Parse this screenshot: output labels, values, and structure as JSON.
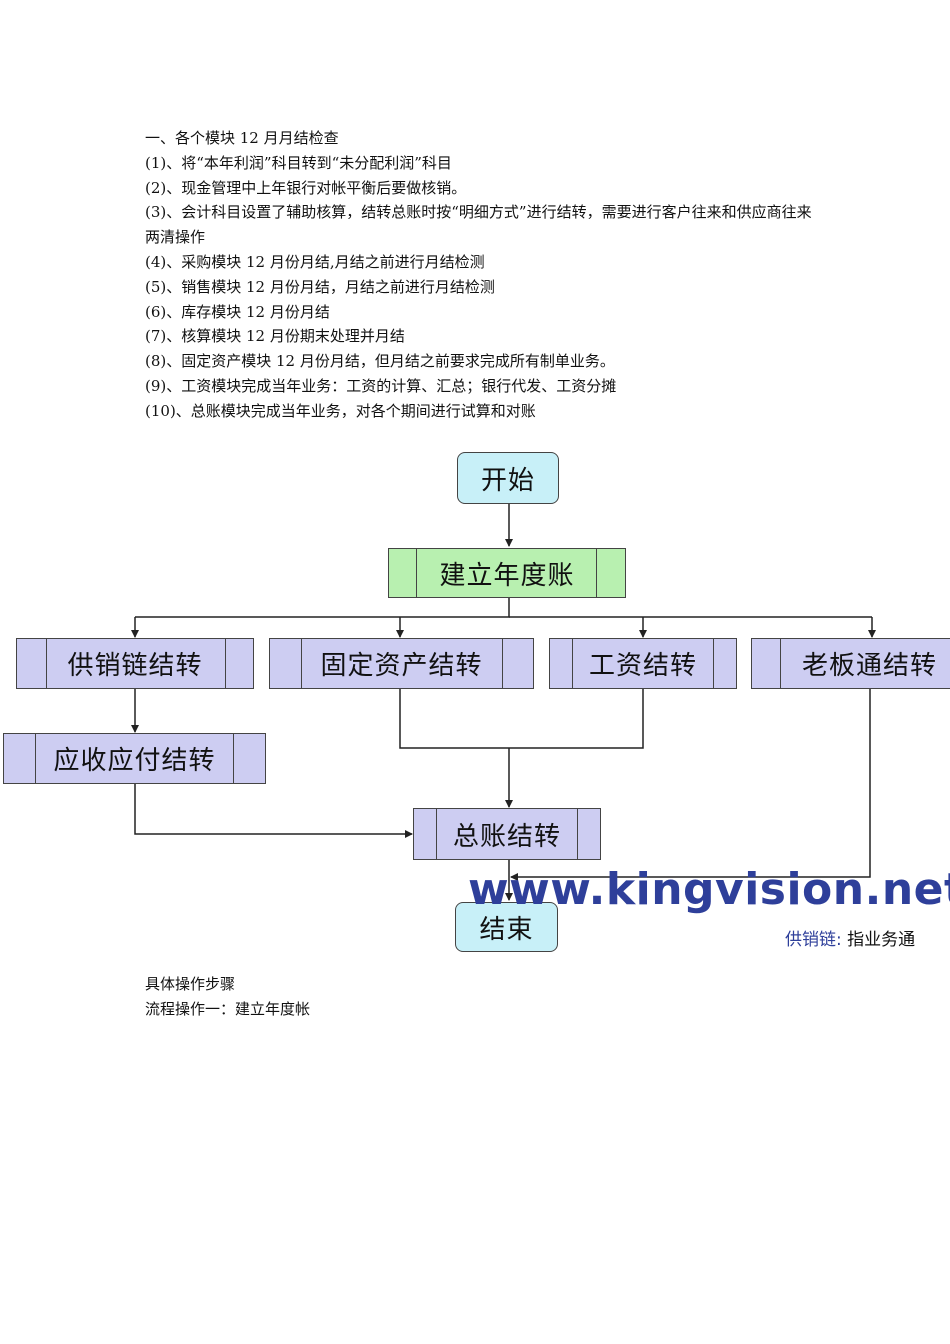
{
  "heading": "一、各个模块 12 月月结检查",
  "items": [
    "(1)、将“本年利润”科目转到“未分配利润”科目",
    "(2)、现金管理中上年银行对帐平衡后要做核销。",
    "(3)、会计科目设置了辅助核算，结转总账时按“明细方式”进行结转，需要进行客户往来和供应商往来两清操作",
    "(4)、采购模块 12 月份月结,月结之前进行月结检测",
    "(5)、销售模块 12 月份月结，月结之前进行月结检测",
    "(6)、库存模块 12 月份月结",
    "(7)、核算模块 12 月份期末处理并月结",
    "(8)、固定资产模块 12 月份月结，但月结之前要求完成所有制单业务。",
    "(9)、工资模块完成当年业务：工资的计算、汇总；银行代发、工资分摊",
    "(10)、总账模块完成当年业务，对各个期间进行试算和对账"
  ],
  "flowchart": {
    "start": "开始",
    "year_account": "建立年度账",
    "supply_chain": "供销链结转",
    "fixed_assets": "固定资产结转",
    "salary": "工资结转",
    "boss": "老板通结转",
    "ar_ap": "应收应付结转",
    "general_ledger": "总账结转",
    "end": "结束",
    "watermark": "www.kingvision.net",
    "caption_key": "供销链:",
    "caption_text": " 指业务通"
  },
  "footer": {
    "steps": "具体操作步骤",
    "process1": "流程操作一：建立年度帐"
  },
  "colors": {
    "rounded_node": "#c8f0f8",
    "green_node": "#b8f0b0",
    "purple_node": "#cdcdf2",
    "watermark": "#2e3f9a"
  }
}
